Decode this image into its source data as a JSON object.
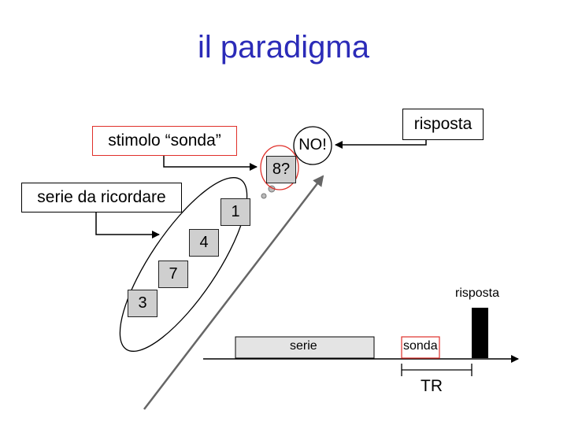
{
  "title": "il paradigma",
  "labels": {
    "probe_stimulus": "stimolo “sonda”",
    "memory_set": "serie da ricordare",
    "response_top": "risposta",
    "response_timeline": "risposta",
    "series": "serie",
    "probe": "sonda",
    "rt": "TR"
  },
  "bubble": {
    "answer": "NO!"
  },
  "stimuli": {
    "probe_digit": "8?",
    "digits": [
      "1",
      "4",
      "7",
      "3"
    ]
  },
  "colors": {
    "title": "#2b2bb8",
    "highlight": "#e0302a",
    "box_fill": "#cfcfcf"
  }
}
